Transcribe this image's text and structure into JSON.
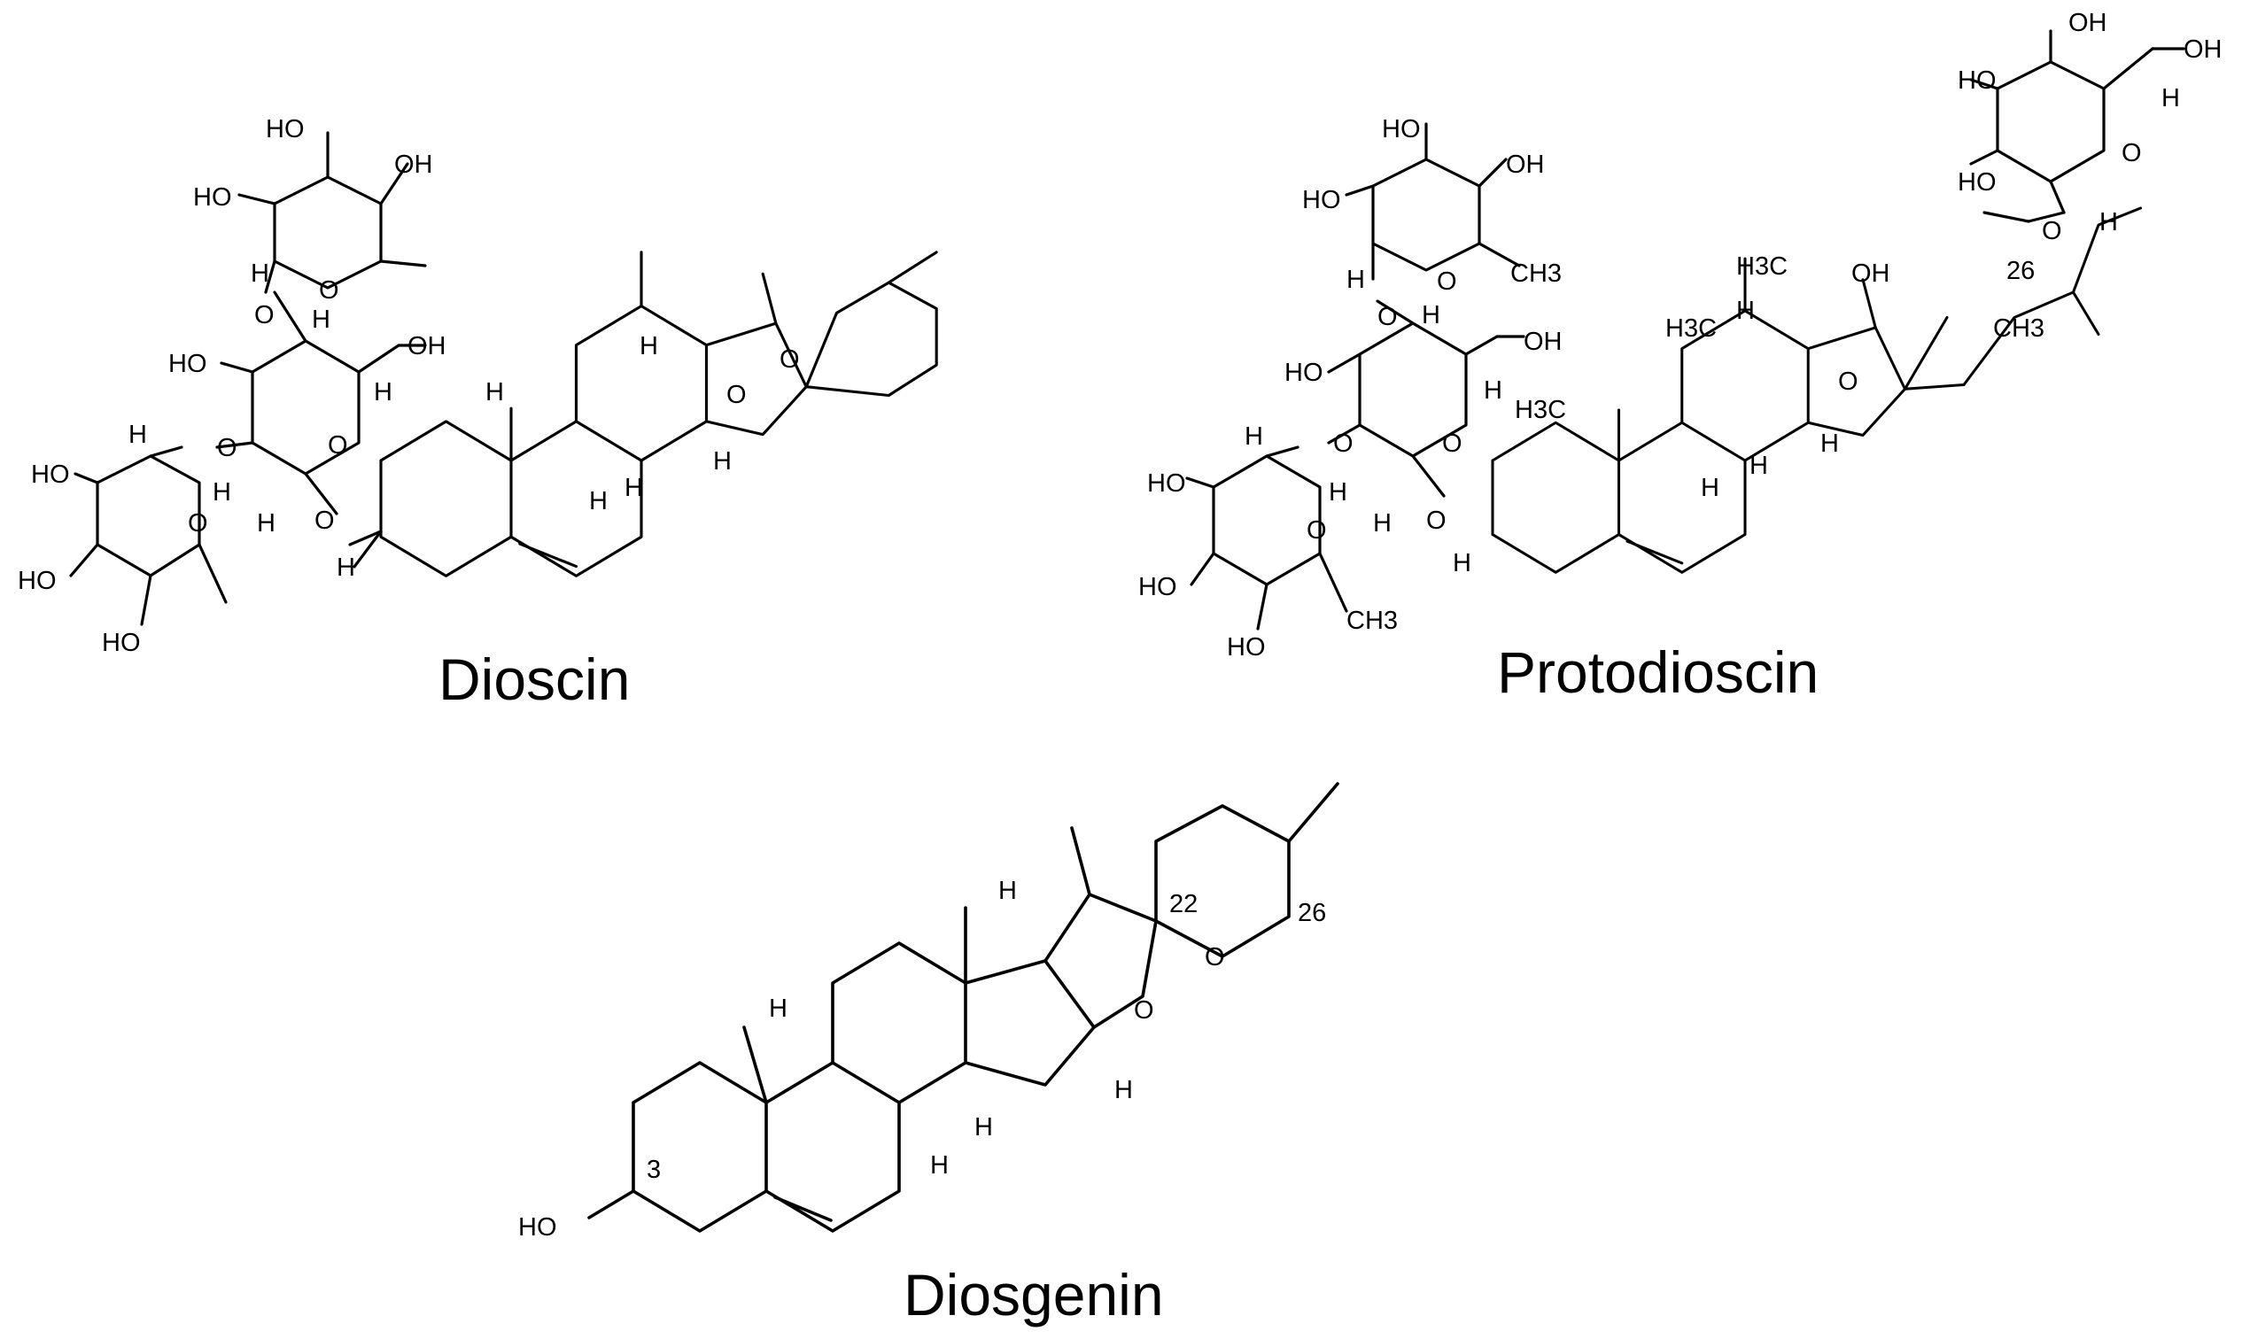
{
  "compounds": [
    {
      "id": "dioscin",
      "name": "Dioscin"
    },
    {
      "id": "protodioscin",
      "name": "Protodioscin"
    },
    {
      "id": "diosgenin",
      "name": "Diosgenin"
    }
  ],
  "atom_labels": {
    "OH": "OH",
    "HO": "HO",
    "O": "O",
    "H": "H",
    "H3C": "H3C",
    "CH3": "CH3"
  },
  "locants": {
    "c3": "3",
    "c22": "22",
    "c26": "26"
  }
}
